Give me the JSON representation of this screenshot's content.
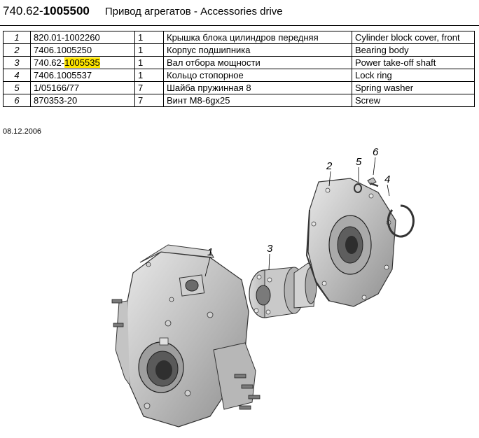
{
  "header": {
    "code_prefix": "740.62-",
    "code_bold": "1005500",
    "title": "Привод агрегатов  -  Accessories drive"
  },
  "parts": [
    {
      "pos": "1",
      "number_prefix": "820.01-1002260",
      "number_hl": "",
      "qty": "1",
      "name_ru": "Крышка блока цилиндров передняя",
      "name_en": "Cylinder block cover, front"
    },
    {
      "pos": "2",
      "number_prefix": "7406.1005250",
      "number_hl": "",
      "qty": "1",
      "name_ru": "Корпус подшипника",
      "name_en": "Bearing body"
    },
    {
      "pos": "3",
      "number_prefix": "740.62-",
      "number_hl": "1005535",
      "qty": "1",
      "name_ru": "Вал отбора мощности",
      "name_en": "Power take-off shaft"
    },
    {
      "pos": "4",
      "number_prefix": "7406.1005537",
      "number_hl": "",
      "qty": "1",
      "name_ru": "Кольцо стопорное",
      "name_en": "Lock ring"
    },
    {
      "pos": "5",
      "number_prefix": "1/05166/77",
      "number_hl": "",
      "qty": "7",
      "name_ru": "Шайба пружинная 8",
      "name_en": "Spring washer"
    },
    {
      "pos": "6",
      "number_prefix": "870353-20",
      "number_hl": "",
      "qty": "7",
      "name_ru": "Винт М8-6gх25",
      "name_en": "Screw"
    }
  ],
  "date": "08.12.2006",
  "callouts": {
    "c1": "1",
    "c2": "2",
    "c3": "3",
    "c4": "4",
    "c5": "5",
    "c6": "6"
  },
  "colors": {
    "highlight": "#ffe600"
  }
}
